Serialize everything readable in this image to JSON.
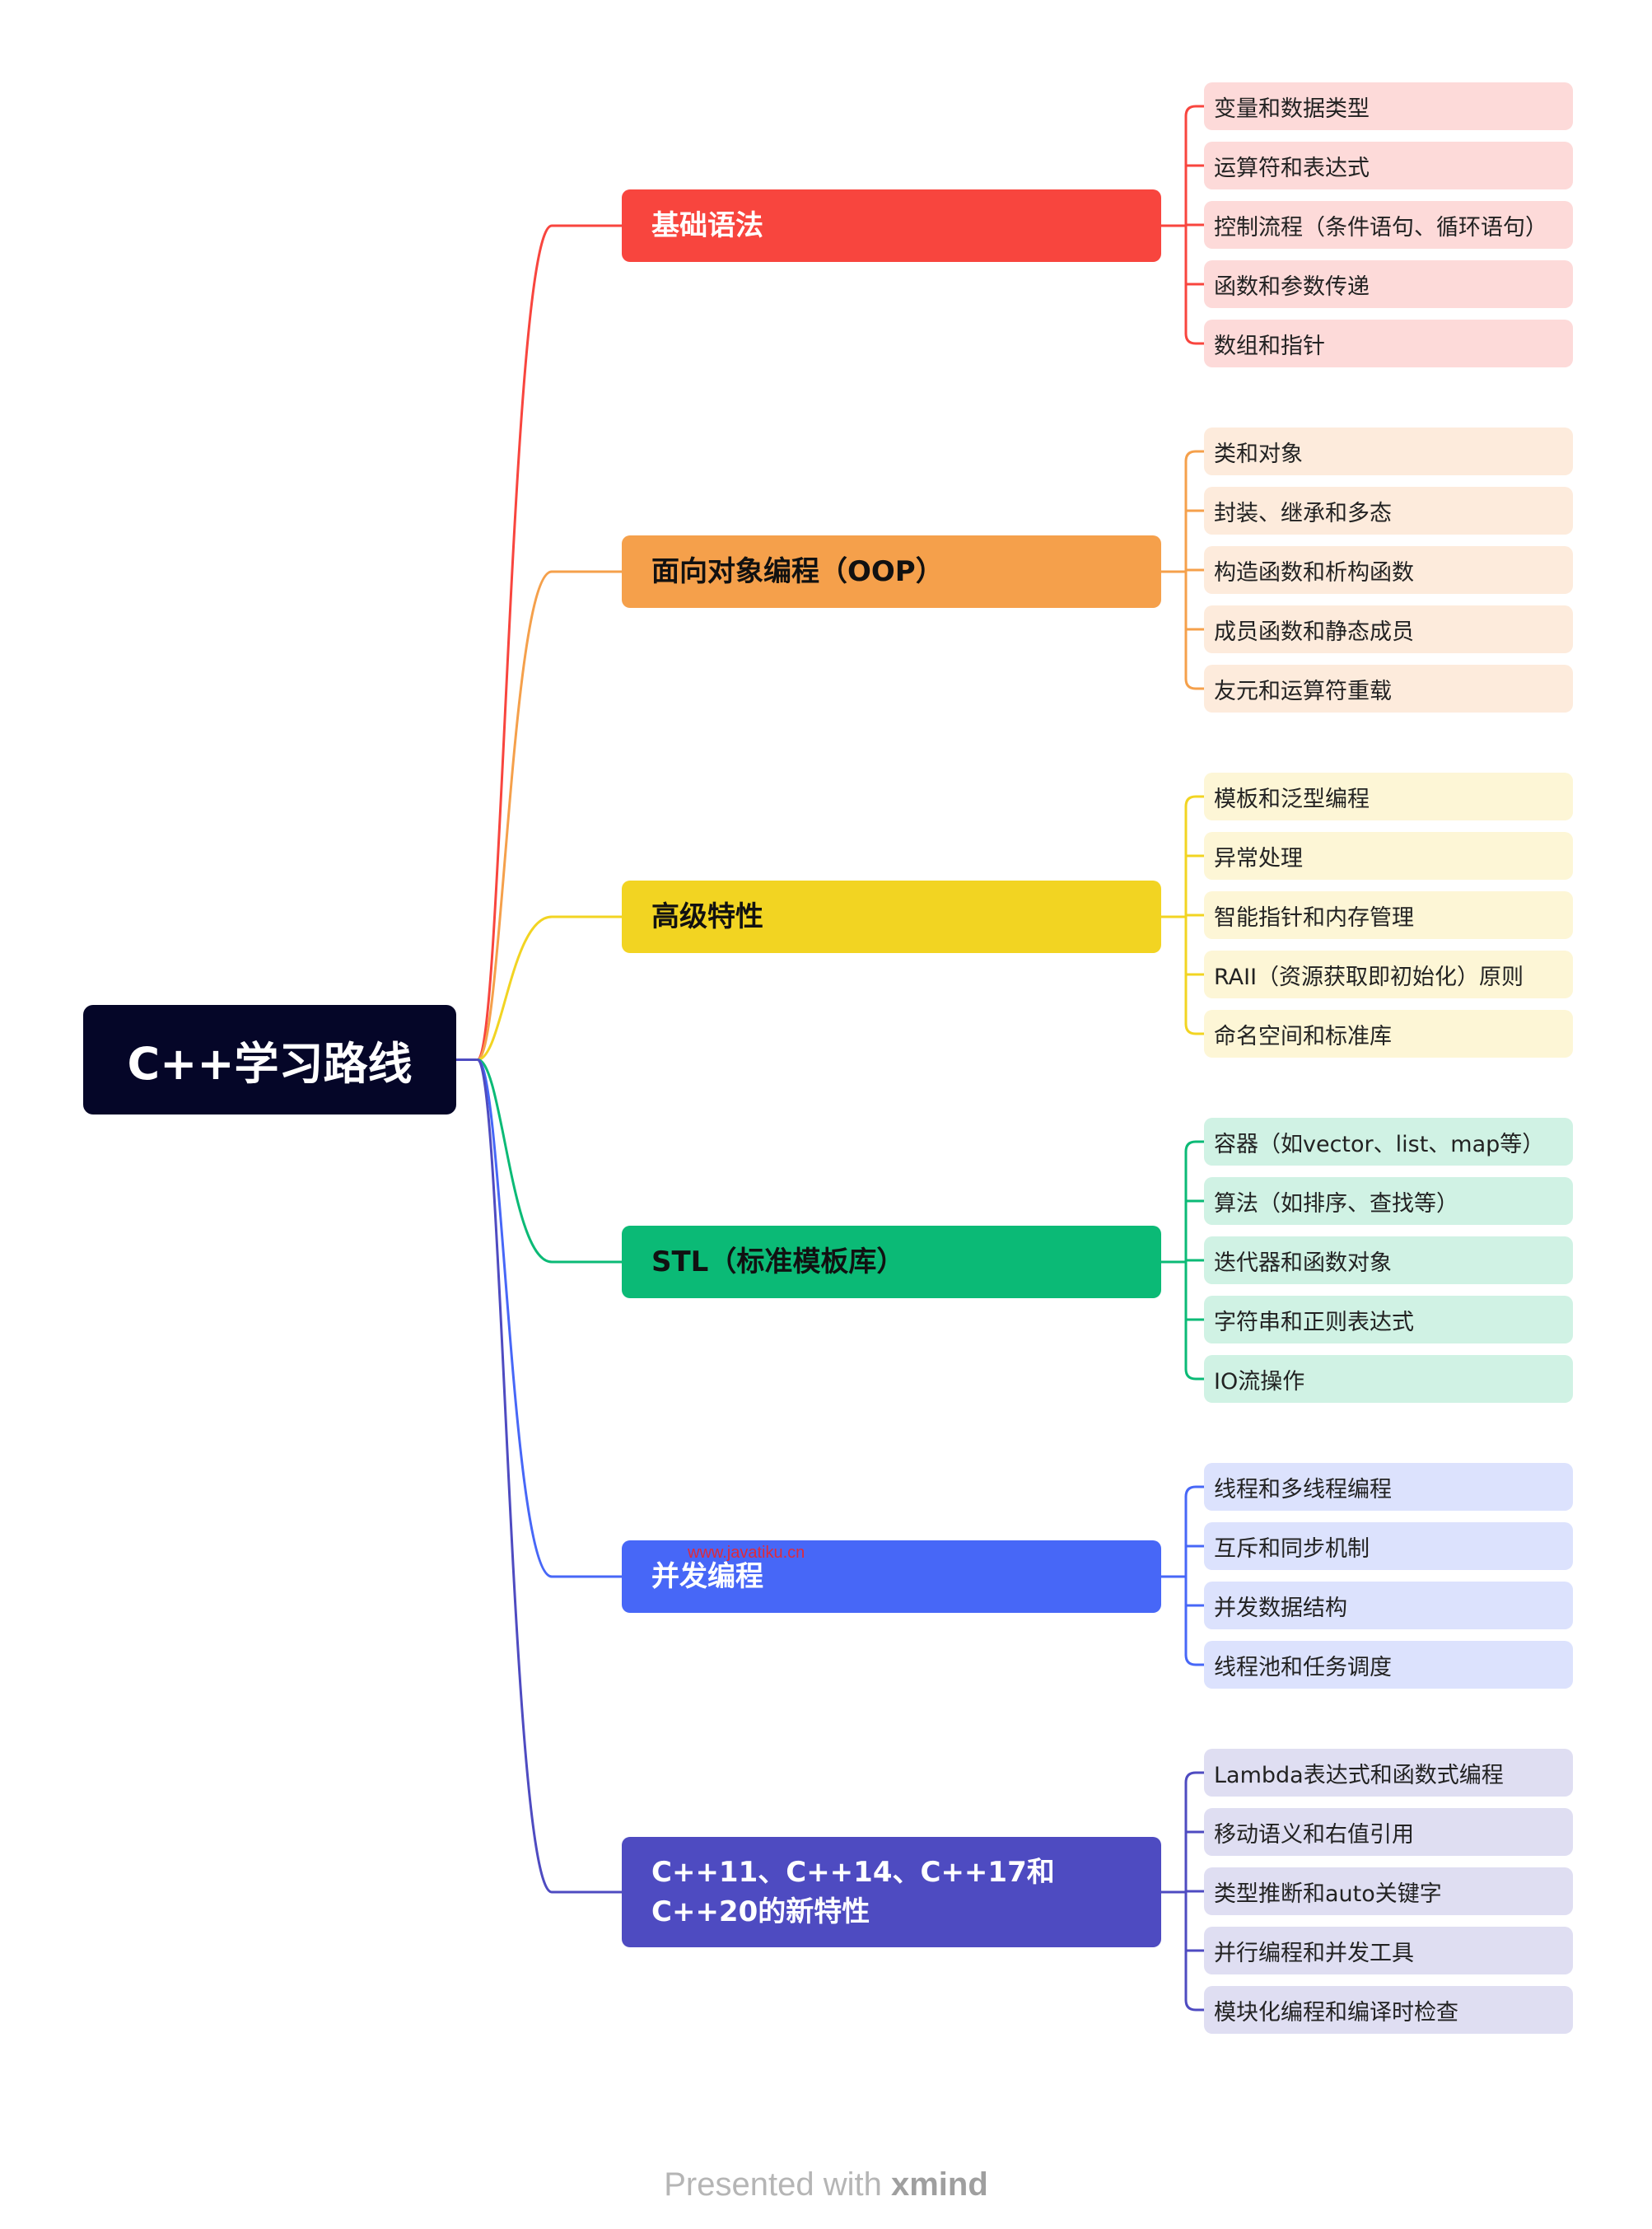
{
  "root": {
    "label": "C++学习路线"
  },
  "branches": [
    {
      "label": "基础语法",
      "color": "#F8453E",
      "light": "#FDDAD9",
      "text": "#ffffff",
      "items": [
        "变量和数据类型",
        "运算符和表达式",
        "控制流程（条件语句、循环语句）",
        "函数和参数传递",
        "数组和指针"
      ]
    },
    {
      "label": "面向对象编程（OOP）",
      "color": "#F5A04B",
      "light": "#FDEBDC",
      "text": "#111111",
      "items": [
        "类和对象",
        "封装、继承和多态",
        "构造函数和析构函数",
        "成员函数和静态成员",
        "友元和运算符重载"
      ]
    },
    {
      "label": "高级特性",
      "color": "#F2D422",
      "light": "#FDF6D6",
      "text": "#111111",
      "items": [
        "模板和泛型编程",
        "异常处理",
        "智能指针和内存管理",
        "RAII（资源获取即初始化）原则",
        "命名空间和标准库"
      ]
    },
    {
      "label": "STL（标准模板库）",
      "color": "#0BBA76",
      "light": "#D0F2E4",
      "text": "#111111",
      "items": [
        "容器（如vector、list、map等）",
        "算法（如排序、查找等）",
        "迭代器和函数对象",
        "字符串和正则表达式",
        "IO流操作"
      ]
    },
    {
      "label": "并发编程",
      "color": "#4767F7",
      "light": "#DCE2FD",
      "text": "#ffffff",
      "items": [
        "线程和多线程编程",
        "互斥和同步机制",
        "并发数据结构",
        "线程池和任务调度"
      ]
    },
    {
      "label": "C++11、C++14、C++17和C++20的新特性",
      "color": "#4E4BC1",
      "light": "#DFDEF2",
      "text": "#ffffff",
      "items": [
        "Lambda表达式和函数式编程",
        "移动语义和右值引用",
        "类型推断和auto关键字",
        "并行编程和并发工具",
        "模块化编程和编译时检查"
      ]
    }
  ],
  "watermark": "www.javatiku.cn",
  "footer": {
    "prefix": "Presented with ",
    "brand": "xmind"
  }
}
